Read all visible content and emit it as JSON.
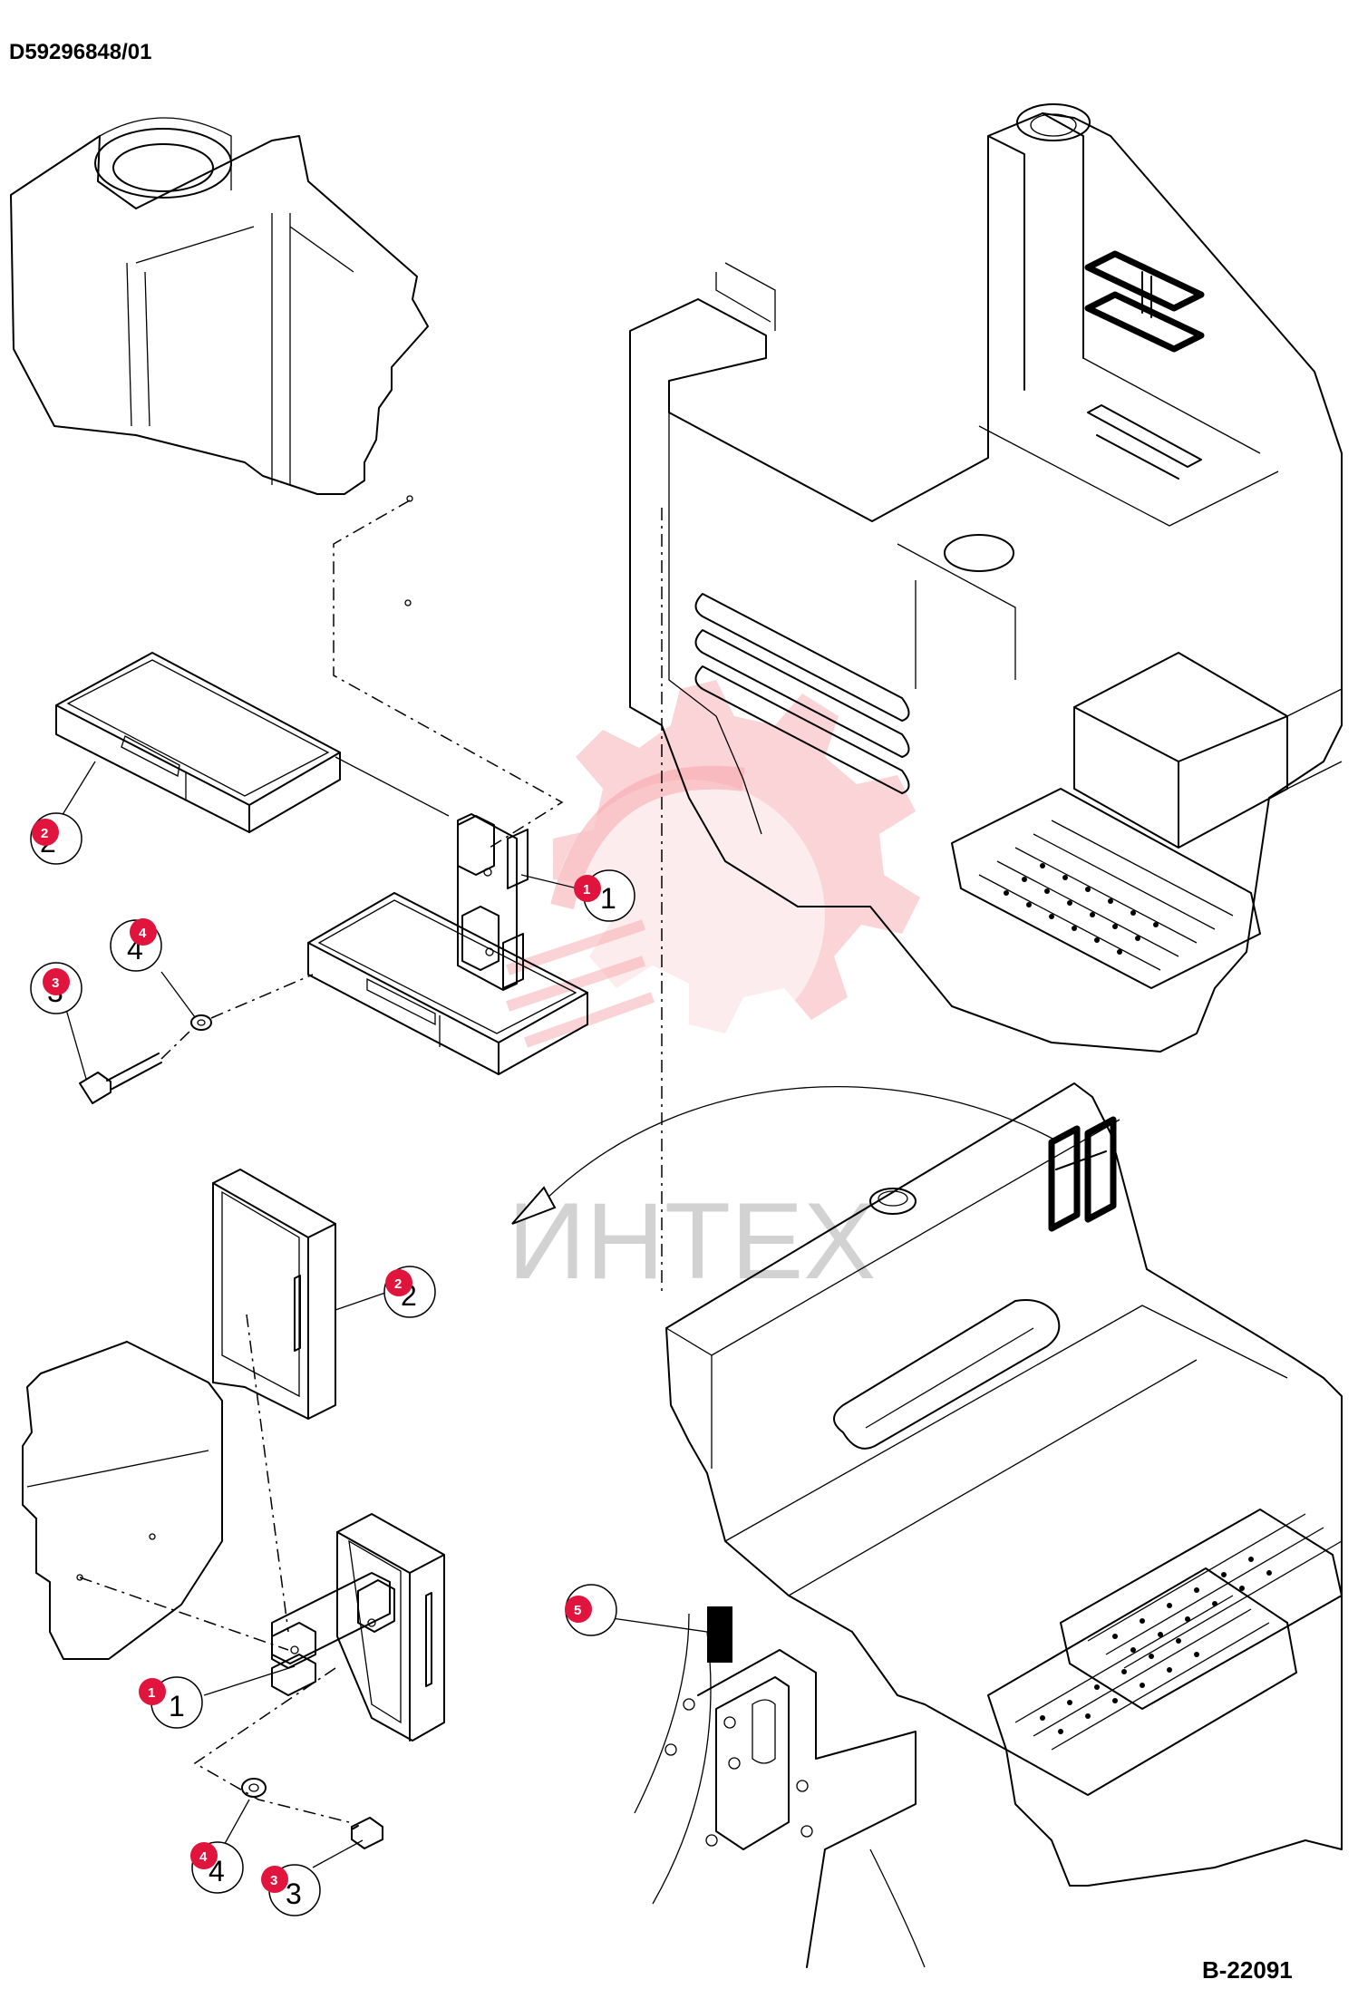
{
  "header": {
    "doc_code": "D59296848/01"
  },
  "footer": {
    "ref_code": "B-22091"
  },
  "watermark": {
    "text": "ИНТЕХ",
    "color": "#f5a0a6"
  },
  "callouts": {
    "c1_top": "1",
    "c2_top": "2",
    "c3_top": "3",
    "c4_top": "4",
    "c2_bottom": "2",
    "c1_bottom": "1",
    "c4_bottom": "4",
    "c3_bottom": "3",
    "c5": "5"
  },
  "badge_color": "#e0143c"
}
